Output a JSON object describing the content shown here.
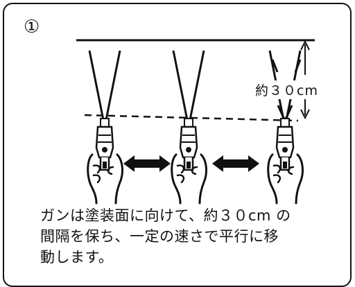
{
  "step": {
    "number": "①"
  },
  "figure": {
    "distance_label": "約３０cm",
    "icons": [
      "spray-gun-icon",
      "double-arrow-icon",
      "target-surface-line",
      "dimension-arrow-icon"
    ]
  },
  "caption": {
    "lines": [
      "ガンは塗装面に向けて、約３０cm の",
      "間隔を保ち、一定の速さで平行に移",
      "動します。"
    ]
  },
  "colors": {
    "ink": "#111111",
    "background": "#ffffff"
  }
}
